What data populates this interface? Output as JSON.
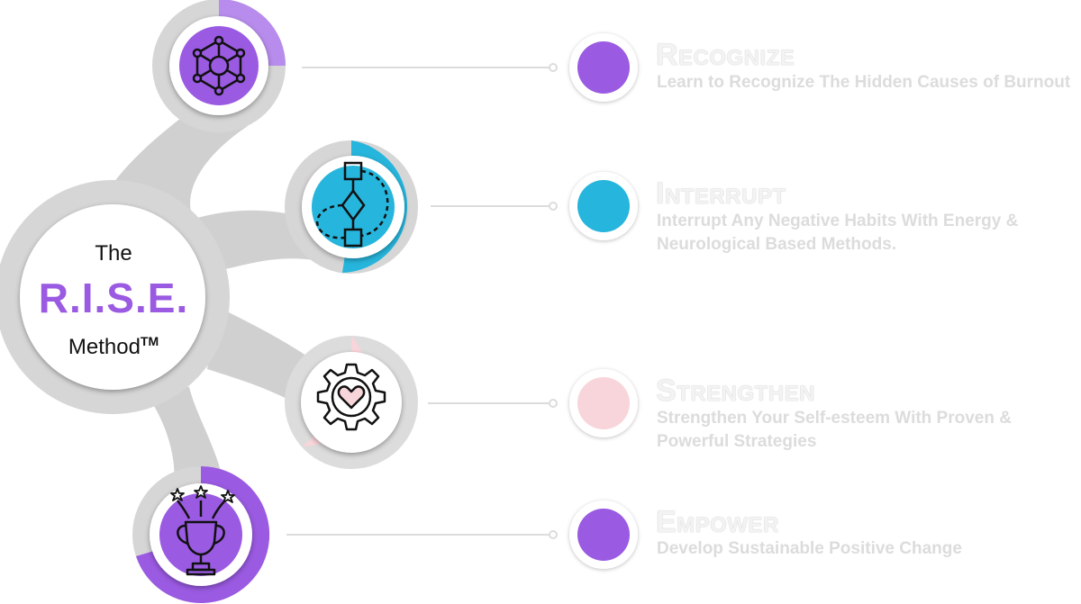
{
  "center": {
    "line1": "The",
    "line2": "R.I.S.E.",
    "line3": "Method",
    "tm": "TM"
  },
  "steps": [
    {
      "title": "Recognize",
      "description": "Learn to Recognize The Hidden Causes of Burnout",
      "color": "#9a5ae2",
      "icon": "network-molecule-icon"
    },
    {
      "title": "Interrupt",
      "description": "Interrupt Any Negative Habits With Energy & Neurological Based Methods.",
      "color": "#26b5dc",
      "icon": "flowchart-icon"
    },
    {
      "title": "Strengthen",
      "description": "Strengthen Your Self-esteem With Proven & Powerful Strategies",
      "color": "#f8d5da",
      "icon": "gear-heart-icon"
    },
    {
      "title": "Empower",
      "description": "Develop Sustainable Positive Change",
      "color": "#9a5ae2",
      "icon": "trophy-stars-icon"
    }
  ]
}
